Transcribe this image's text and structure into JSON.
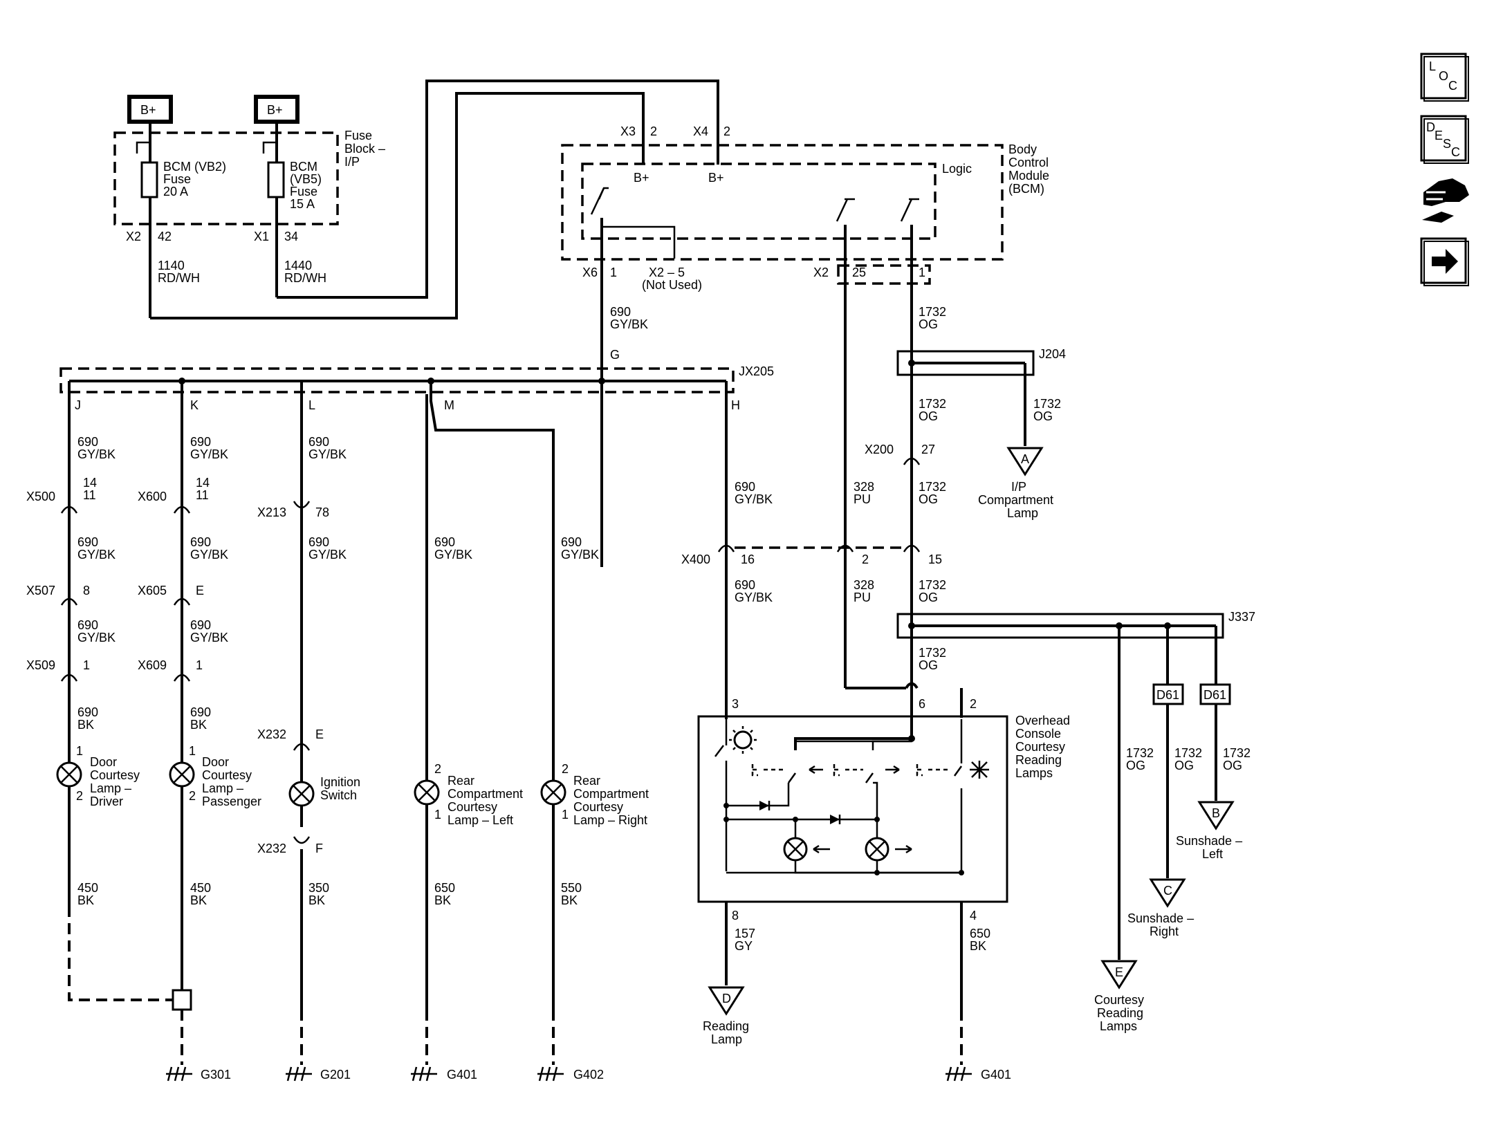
{
  "nav": {
    "loc": [
      "L",
      "O",
      "C"
    ],
    "desc": [
      "D",
      "E",
      "S",
      "C"
    ]
  },
  "power": {
    "left_label": "B+",
    "right_label": "B+",
    "fuse_block": [
      "Fuse",
      "Block –",
      "I/P"
    ],
    "fuse1": [
      "BCM (VB2)",
      "Fuse",
      "20 A"
    ],
    "fuse2": [
      "BCM",
      "(VB5)",
      "Fuse",
      "15 A"
    ],
    "conn1": "X2",
    "pin1": "42",
    "conn2": "X1",
    "pin2": "34",
    "wire1": [
      "1140",
      "RD/WH"
    ],
    "wire2": [
      "1440",
      "RD/WH"
    ]
  },
  "bcm": {
    "title": [
      "Body",
      "Control",
      "Module",
      "(BCM)"
    ],
    "logic": "Logic",
    "x3": "X3",
    "x3_pin": "2",
    "x4": "X4",
    "x4_pin": "2",
    "bplus1": "B+",
    "bplus2": "B+",
    "x6": "X6",
    "x6_pin": "1",
    "x2_5": [
      "X2 – 5",
      "(Not Used)"
    ],
    "x2": "X2",
    "x2_pin25": "25",
    "x2_pin1": "1"
  },
  "wires": {
    "w690": [
      "690",
      "GY/BK"
    ],
    "w1732": [
      "1732",
      "OG"
    ],
    "w328": [
      "328",
      "PU"
    ],
    "w690bk": [
      "690",
      "BK"
    ],
    "w450": [
      "450",
      "BK"
    ],
    "w350": [
      "350",
      "BK"
    ],
    "w650": [
      "650",
      "BK"
    ],
    "w550": [
      "550",
      "BK"
    ],
    "w157": [
      "157",
      "GY"
    ]
  },
  "splices": {
    "jx205": "JX205",
    "g": "G",
    "j": "J",
    "k": "K",
    "l": "L",
    "m": "M",
    "h": "H",
    "j204": "J204",
    "j337": "J337"
  },
  "connectors": {
    "x500": "X500",
    "x500_pins": [
      "14",
      "11"
    ],
    "x600": "X600",
    "x600_pins": [
      "14",
      "11"
    ],
    "x213": "X213",
    "x213_pin": "78",
    "x507": "X507",
    "x507_pin": "8",
    "x605": "X605",
    "x605_pin": "E",
    "x509": "X509",
    "x509_pin": "1",
    "x609": "X609",
    "x609_pin": "1",
    "x232a": "X232",
    "x232a_pin": "E",
    "x232b": "X232",
    "x232b_pin": "F",
    "x200": "X200",
    "x200_pin": "27",
    "x400": "X400",
    "x400_pin16": "16",
    "x400_pin2": "2",
    "x400_pin15": "15"
  },
  "lamps": {
    "driver": [
      "Door",
      "Courtesy",
      "Lamp –",
      "Driver"
    ],
    "passenger": [
      "Door",
      "Courtesy",
      "Lamp –",
      "Passenger"
    ],
    "ignition": [
      "Ignition",
      "Switch"
    ],
    "rear_left": [
      "Rear",
      "Compartment",
      "Courtesy",
      "Lamp – Left"
    ],
    "rear_right": [
      "Rear",
      "Compartment",
      "Courtesy",
      "Lamp – Right"
    ],
    "pin1": "1",
    "pin2": "2"
  },
  "overhead": {
    "title": [
      "Overhead",
      "Console",
      "Courtesy",
      "Reading",
      "Lamps"
    ],
    "pin3": "3",
    "pin6": "6",
    "pin2": "2",
    "pin8": "8",
    "pin4": "4"
  },
  "refs": {
    "a_letter": "A",
    "a_label": [
      "I/P",
      "Compartment",
      "Lamp"
    ],
    "b_letter": "B",
    "b_label": [
      "Sunshade –",
      "Left"
    ],
    "c_letter": "C",
    "c_label": [
      "Sunshade –",
      "Right"
    ],
    "d_letter": "D",
    "d_label": [
      "Reading",
      "Lamp"
    ],
    "e_letter": "E",
    "e_label": [
      "Courtesy",
      "Reading",
      "Lamps"
    ],
    "d61a": "D61",
    "d61b": "D61"
  },
  "grounds": {
    "g301": "G301",
    "g201": "G201",
    "g401a": "G401",
    "g402": "G402",
    "g401b": "G401"
  }
}
